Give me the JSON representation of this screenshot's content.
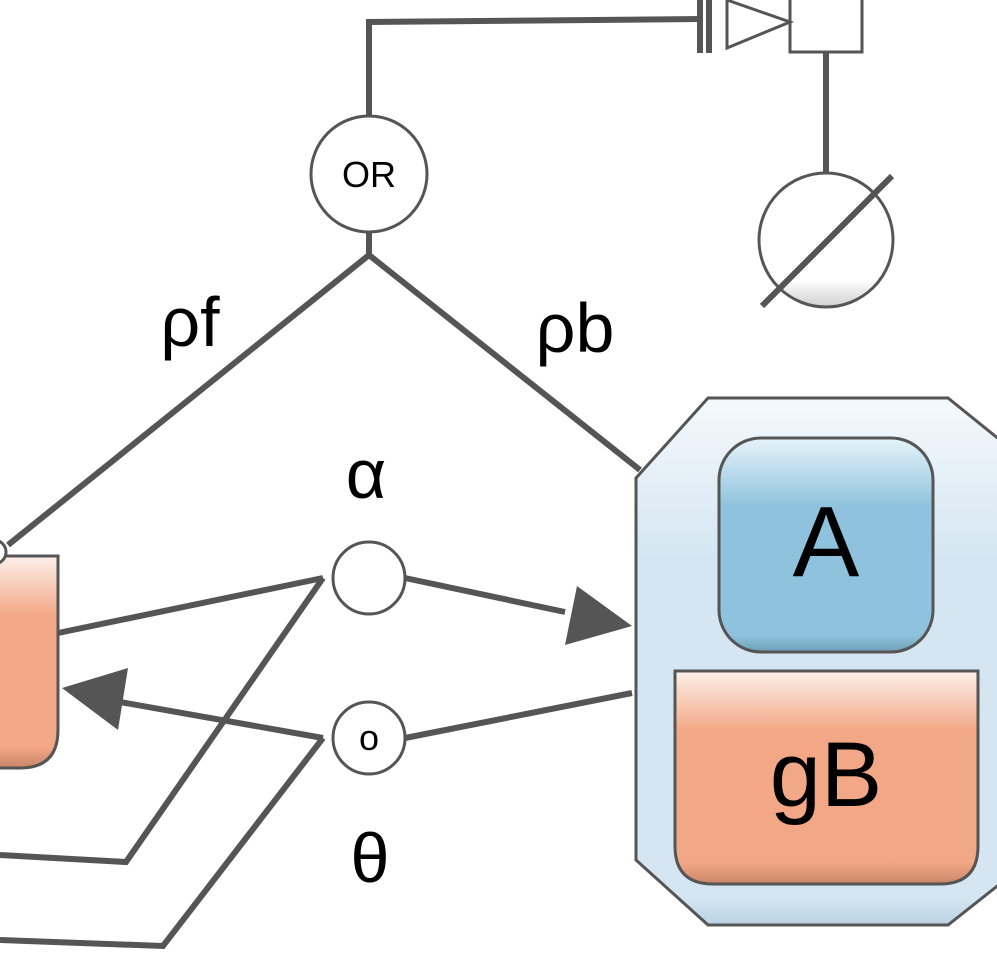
{
  "diagram": {
    "logic_operator": {
      "label": "OR"
    },
    "arc_labels": {
      "rho_f": "ρf",
      "rho_b": "ρb",
      "alpha": "α",
      "theta": "θ"
    },
    "process_nodes": {
      "association": {
        "label": ""
      },
      "dissociation": {
        "label": "o"
      }
    },
    "complex": {
      "components": [
        {
          "label": "A",
          "color": "#8fc3dd"
        },
        {
          "label": "gB",
          "color": "#f2a886"
        }
      ],
      "background_color": "#d5e6f2"
    },
    "left_entity": {
      "color": "#f2a886"
    },
    "sink": {
      "symbol": "empty-set"
    },
    "colors": {
      "stroke": "#555555",
      "nucleic_acid": "#f2a886",
      "macromolecule": "#8fc3dd",
      "complex_fill": "#d5e6f2"
    }
  }
}
